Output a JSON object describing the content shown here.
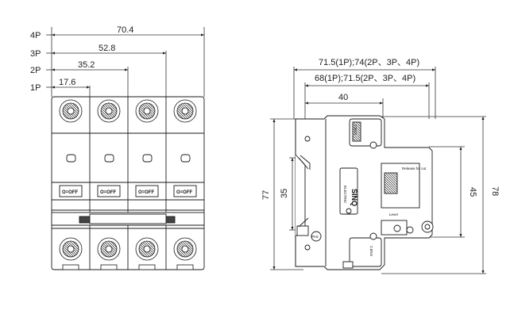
{
  "front_view": {
    "pole_labels": [
      "4P",
      "3P",
      "2P",
      "1P"
    ],
    "widths": [
      "70.4",
      "52.8",
      "35.2",
      "17.6"
    ],
    "switch_labels": [
      "O=OFF",
      "O=OFF",
      "O=OFF",
      "O=OFF"
    ]
  },
  "side_view": {
    "depth_top": "71.5(1P);74(2P、3P、4P)",
    "depth_mid": "68(1P);71.5(2P、3P、4P)",
    "depth_inner": "40",
    "height_total": "78",
    "height_body": "77",
    "height_window": "45",
    "height_rail": "35",
    "brand": "SINQ",
    "brand_sub": "ELECTRIC",
    "toggle_text": "2.5Nm",
    "lever_text": "2.5Nm",
    "release_text": "Release for cut",
    "hook_text": "Lever",
    "tag_text": "PAS"
  },
  "colors": {
    "line": "#1a1a1a",
    "dim_line": "#333333",
    "fill_dark": "#444444"
  }
}
